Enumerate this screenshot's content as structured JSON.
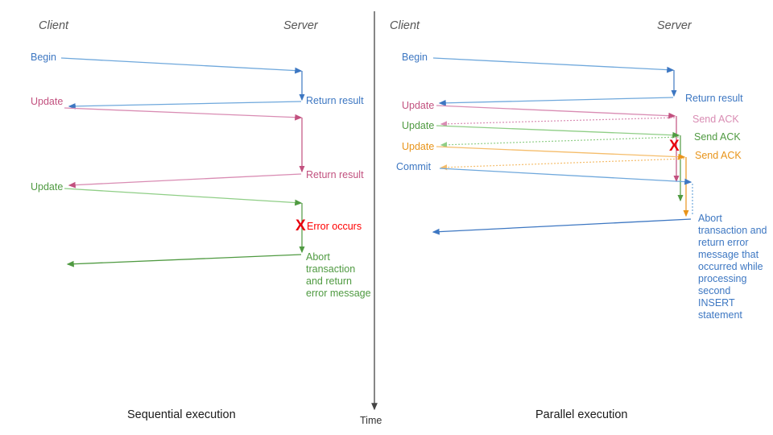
{
  "figure": {
    "colors": {
      "blue": "#3d77c2",
      "blue_light": "#6fa8dc",
      "pink": "#c2517f",
      "pink_light": "#d98cb3",
      "green": "#4f9a41",
      "green_light": "#8fce86",
      "orange": "#e8941a",
      "orange_light": "#f5bd6b",
      "red": "#e8000d",
      "grey": "#555555",
      "axis": "#444444"
    },
    "time_axis": {
      "label": "Time"
    }
  },
  "left_panel": {
    "caption": "Sequential execution",
    "headers": {
      "client": "Client",
      "server": "Server"
    },
    "messages": [
      {
        "label": "Begin",
        "color": "blue"
      },
      {
        "label": "Update",
        "color": "pink"
      },
      {
        "label": "Update",
        "color": "green"
      }
    ],
    "server_labels": [
      {
        "label": "Return result",
        "color": "blue"
      },
      {
        "label": "Return result",
        "color": "pink"
      }
    ],
    "error": {
      "marker": "X",
      "label": "Error occurs"
    },
    "abort_note": "Abort transaction and return error message"
  },
  "right_panel": {
    "caption": "Parallel execution",
    "headers": {
      "client": "Client",
      "server": "Server"
    },
    "messages": [
      {
        "label": "Begin",
        "color": "blue"
      },
      {
        "label": "Update",
        "color": "pink"
      },
      {
        "label": "Update",
        "color": "green"
      },
      {
        "label": "Update",
        "color": "orange"
      },
      {
        "label": "Commit",
        "color": "blue"
      }
    ],
    "server_labels": [
      {
        "label": "Return result",
        "color": "blue"
      },
      {
        "label": "Send ACK",
        "color": "pink"
      },
      {
        "label": "Send ACK",
        "color": "green"
      },
      {
        "label": "Send ACK",
        "color": "orange"
      }
    ],
    "error": {
      "marker": "X"
    },
    "abort_note": "Abort transaction and return error message that occurred while processing second INSERT statement"
  }
}
